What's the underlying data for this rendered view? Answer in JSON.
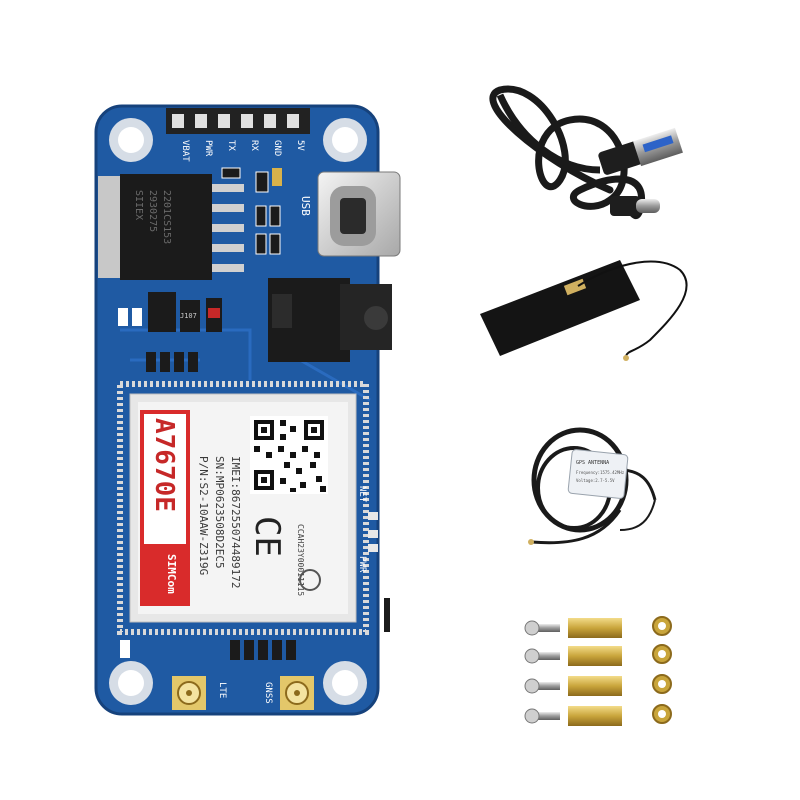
{
  "board": {
    "header_pins": [
      "VBAT",
      "PWR",
      "TX",
      "RX",
      "GND",
      "5V"
    ],
    "usb_label": "USB",
    "net_label": "NET",
    "pwr_label": "PWR",
    "lte_label": "LTE",
    "gnss_label": "GNSS",
    "reg_line1": "SIIEX",
    "reg_line2": "2930275",
    "reg_line3": "2201CS153",
    "small_chip": "J107",
    "colors": {
      "pcb": "#1f5aa3",
      "pcb_dark": "#173f78",
      "silk": "#ffffff",
      "pad": "#d9d9d9"
    }
  },
  "module": {
    "model": "A7670E",
    "pn": "P/N:S2-10AAW-Z319G",
    "sn": "SN:MP0623508D2EC5",
    "imei": "IMEI:867255074489172",
    "brand": "SIMCom",
    "ce": "CE",
    "ccah": "CCAH23Y00011115",
    "accent": "#d92b2b"
  },
  "accessories": {
    "gps_text1": "GPS ANTENNA",
    "gps_text2": "Frequency:1575.42MHz",
    "gps_text3": "Voltage:2.7-5.5V"
  }
}
